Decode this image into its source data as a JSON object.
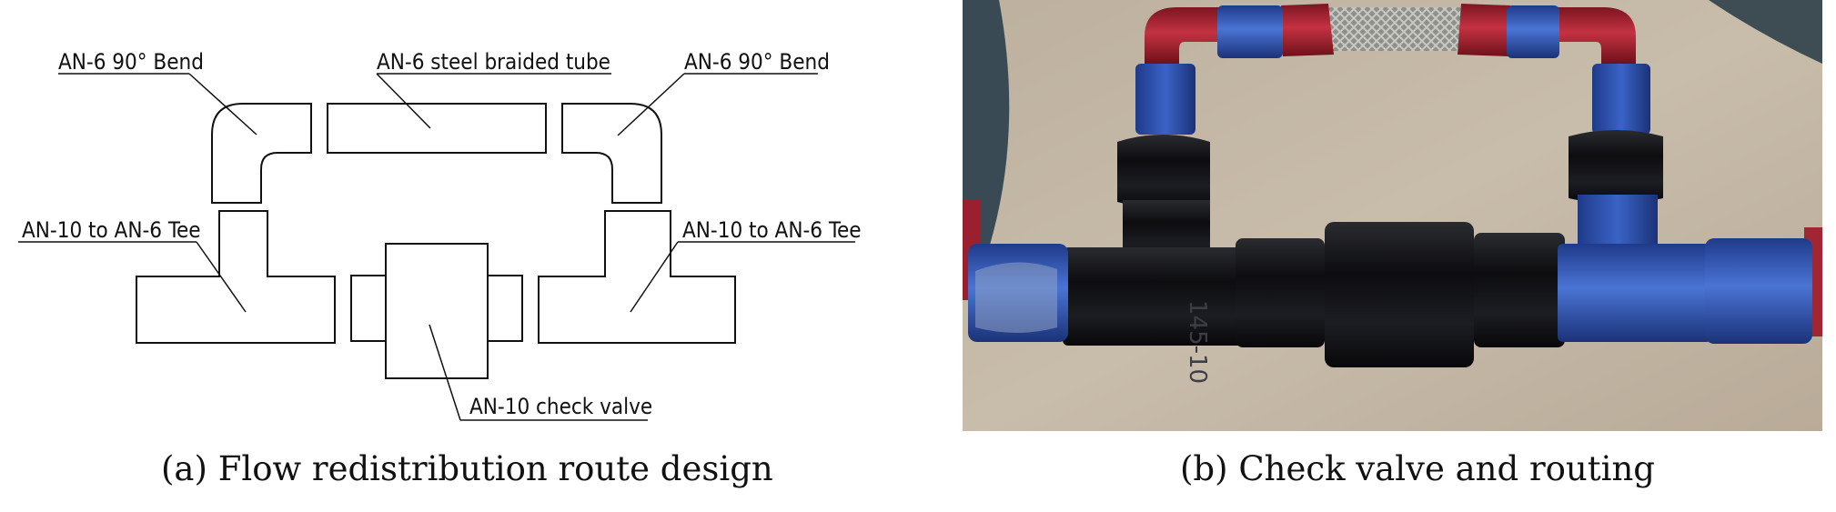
{
  "panel_a": {
    "caption": "(a) Flow redistribution route design",
    "labels": {
      "bend_left": "AN-6 90° Bend",
      "tube": "AN-6 steel braided tube",
      "bend_right": "AN-6 90° Bend",
      "tee_left": "AN-10 to AN-6 Tee",
      "tee_right": "AN-10 to AN-6 Tee",
      "check_valve": "AN-10 check valve"
    }
  },
  "panel_b": {
    "caption": "(b) Check valve and routing",
    "photo_stamp": "145-10",
    "colors": {
      "floor": "#c4b7a6",
      "fitting_red": "#a8202c",
      "fitting_blue": "#2c4ca8",
      "body_black": "#141416",
      "braid": "#9a9a96"
    }
  }
}
